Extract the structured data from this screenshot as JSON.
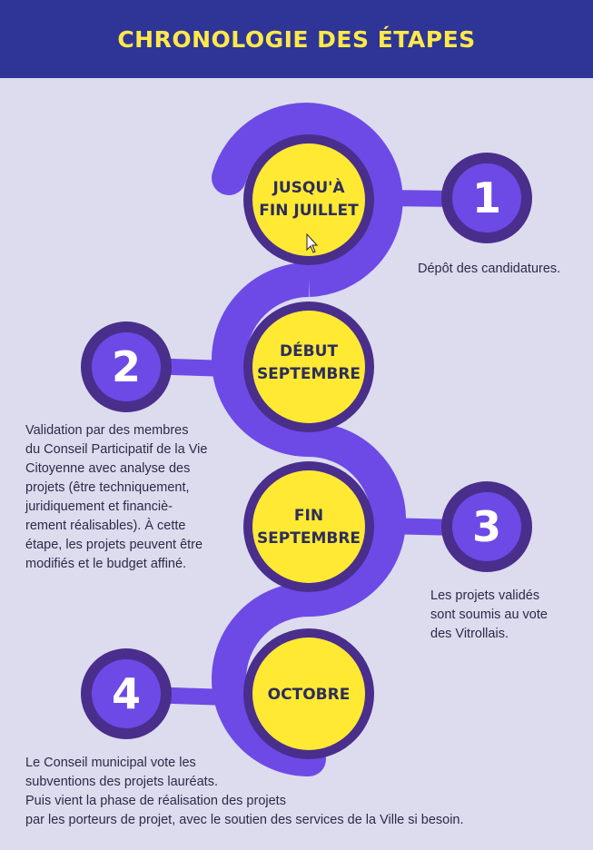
{
  "title": "CHRONOLOGIE DES ÉTAPES",
  "colors": {
    "header_bg": "#2e3596",
    "title": "#ffe94a",
    "background": "#dcdcee",
    "spiral": "#6d4ae6",
    "ring": "#4a2e8c",
    "circle": "#ffe933",
    "number_circle": "#6d4ae6"
  },
  "steps": [
    {
      "number": "1",
      "label_line1": "JUSQU'À",
      "label_line2": "FIN JUILLET",
      "description": "Dépôt des candidatures."
    },
    {
      "number": "2",
      "label_line1": "DÉBUT",
      "label_line2": "SEPTEMBRE",
      "description": "Validation par des membres\ndu Conseil Participatif de la Vie\nCitoyenne avec analyse des\nprojets (être techniquement,\njuridiquement et financiè-\nrement réalisables). À cette\nétape, les projets peuvent être\nmodifiés et le budget affiné."
    },
    {
      "number": "3",
      "label_line1": "FIN",
      "label_line2": "SEPTEMBRE",
      "description": "Les projets validés\nsont soumis au vote\ndes Vitrollais."
    },
    {
      "number": "4",
      "label_line1": "OCTOBRE",
      "label_line2": "",
      "description": "Le Conseil municipal vote les\nsubventions des projets lauréats.\nPuis vient la phase de réalisation des projets\npar les porteurs de projet, avec le soutien des services de la Ville si besoin."
    }
  ]
}
